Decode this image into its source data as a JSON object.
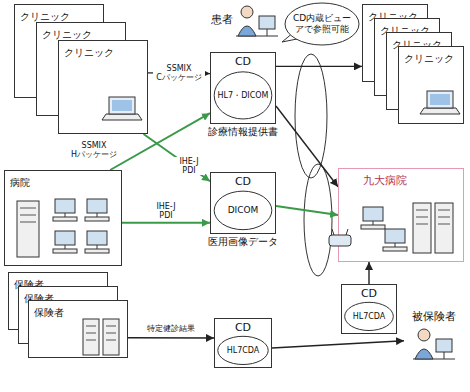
{
  "diagram": {
    "nodes": [
      {
        "text": [
          "クリニック"
        ]
      },
      {
        "text": [
          "クリニック"
        ]
      },
      {
        "text": [
          "クリニック"
        ]
      },
      {
        "text": [
          "患者"
        ]
      },
      {
        "text": [
          "CD内蔵ビューアで参照可能"
        ]
      },
      {
        "text": [
          "クリニック"
        ]
      },
      {
        "text": [
          "クリニック"
        ]
      },
      {
        "text": [
          "クリニック"
        ]
      },
      {
        "text": [
          "クリニック"
        ]
      },
      {
        "text": [
          "CD",
          "HL7・DICOM",
          "診療情報提供書"
        ]
      },
      {
        "text": [
          "病院"
        ]
      },
      {
        "text": [
          "CD",
          "DICOM",
          "医用画像データ"
        ]
      },
      {
        "text": [
          "九大病院"
        ]
      },
      {
        "text": [
          "保険者"
        ]
      },
      {
        "text": [
          "保険者"
        ]
      },
      {
        "text": [
          "保険者"
        ]
      },
      {
        "text": [
          "CD",
          "HL7CDA"
        ]
      },
      {
        "text": [
          "CD",
          "HL7CDA"
        ]
      },
      {
        "text": [
          "被保険者"
        ]
      }
    ],
    "edges": [
      {
        "from": 2,
        "to": 9,
        "arrow": "to",
        "label": "SSMIX Cパッケージ"
      },
      {
        "from": 2,
        "to": 11,
        "arrow": "to",
        "label": "IHE-J PDI"
      },
      {
        "from": 10,
        "to": 9,
        "arrow": "to",
        "label": "SSMIX Hパッケージ"
      },
      {
        "from": 10,
        "to": 11,
        "arrow": "to",
        "label": "IHE-J PDI"
      },
      {
        "from": 9,
        "to": 5,
        "arrow": "to"
      },
      {
        "from": 9,
        "to": 12,
        "arrow": "to"
      },
      {
        "from": 11,
        "to": 12,
        "arrow": "to"
      },
      {
        "from": 15,
        "to": 16,
        "arrow": "to",
        "label": "特定健診結果"
      },
      {
        "from": 16,
        "to": 18,
        "arrow": "to"
      },
      {
        "from": 17,
        "to": 12,
        "arrow": "to"
      }
    ]
  }
}
